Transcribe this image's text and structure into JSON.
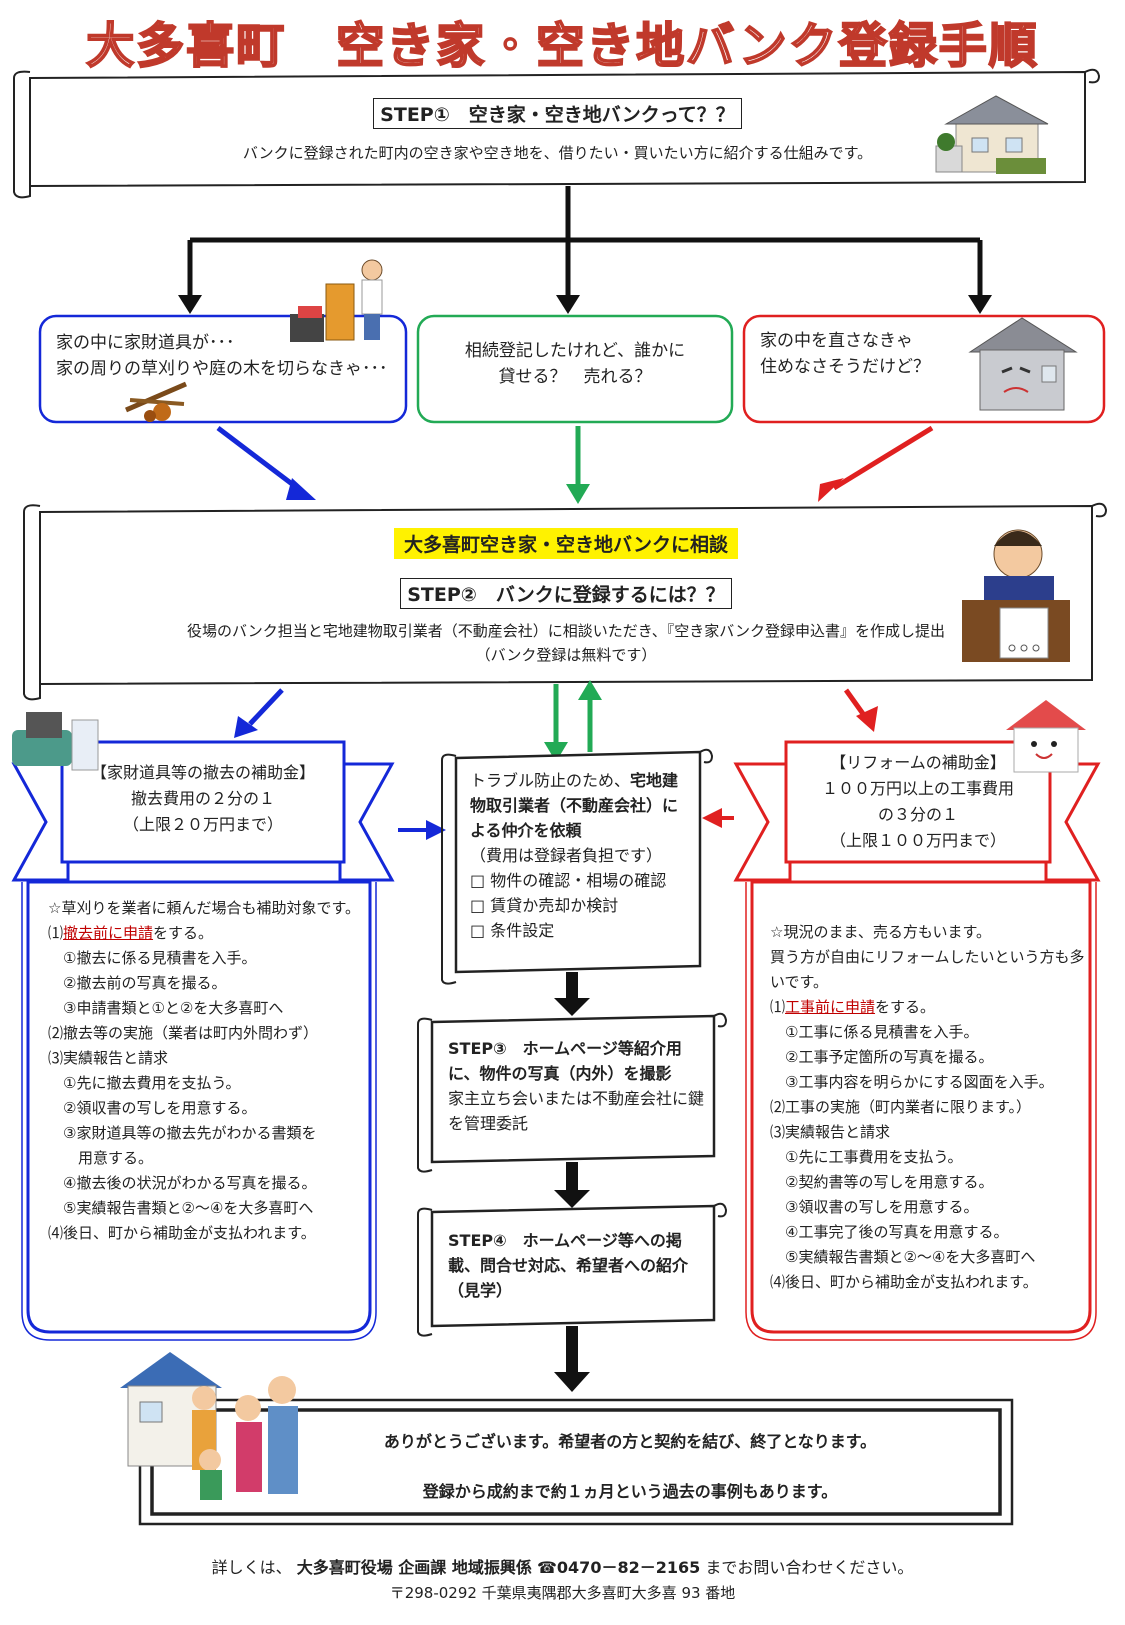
{
  "title": "大多喜町　空き家・空き地バンク登録手順",
  "step1": {
    "heading": "STEP①　空き家・空き地バンクって？？",
    "text": "バンクに登録された町内の空き家や空き地を、借りたい・買いたい方に紹介する仕組みです。"
  },
  "cases": {
    "left": [
      "家の中に家財道具が･･･",
      "家の周りの草刈りや庭の木を切らなきゃ･･･"
    ],
    "center": [
      "相続登記したけれど、誰かに",
      "貸せる？　売れる？"
    ],
    "right": [
      "家の中を直さなきゃ",
      "住めなさそうだけど？"
    ]
  },
  "step2": {
    "highlight": "大多喜町空き家・空き地バンクに相談",
    "heading": "STEP②　バンクに登録するには？？",
    "text": "役場のバンク担当と宅地建物取引業者（不動産会社）に相談いただき、『空き家バンク登録申込書』を作成し提出",
    "note": "（バンク登録は無料です）"
  },
  "subsidy_left": {
    "title": "【家財道具等の撤去の補助金】",
    "line1": "撤去費用の２分の１",
    "line2": "（上限２０万円まで）",
    "note": "☆草刈りを業者に頼んだ場合も補助対象です。",
    "items": [
      {
        "pre": "⑴",
        "em": "撤去前に申請",
        "post": "をする。"
      },
      {
        "pre": "",
        "em": "",
        "post": "　①撤去に係る見積書を入手。"
      },
      {
        "pre": "",
        "em": "",
        "post": "　②撤去前の写真を撮る。"
      },
      {
        "pre": "",
        "em": "",
        "post": "　③申請書類と①と②を大多喜町へ"
      },
      {
        "pre": "",
        "em": "",
        "post": "⑵撤去等の実施（業者は町内外問わず）"
      },
      {
        "pre": "",
        "em": "",
        "post": "⑶実績報告と請求"
      },
      {
        "pre": "",
        "em": "",
        "post": "　①先に撤去費用を支払う。"
      },
      {
        "pre": "",
        "em": "",
        "post": "　②領収書の写しを用意する。"
      },
      {
        "pre": "",
        "em": "",
        "post": "　③家財道具等の撤去先がわかる書類を"
      },
      {
        "pre": "",
        "em": "",
        "post": "　　用意する。"
      },
      {
        "pre": "",
        "em": "",
        "post": "　④撤去後の状況がわかる写真を撮る。"
      },
      {
        "pre": "",
        "em": "",
        "post": "　⑤実績報告書類と②～④を大多喜町へ"
      },
      {
        "pre": "",
        "em": "",
        "post": "⑷後日、町から補助金が支払われます。"
      }
    ]
  },
  "subsidy_right": {
    "title": "【リフォームの補助金】",
    "line1": "１００万円以上の工事費用",
    "line2": "の３分の１",
    "line3": "（上限１００万円まで）",
    "note1": "☆現況のまま、売る方もいます。",
    "note2": "買う方が自由にリフォームしたいという方も多いです。",
    "items": [
      {
        "pre": "⑴",
        "em": "工事前に申請",
        "post": "をする。"
      },
      {
        "pre": "",
        "em": "",
        "post": "　①工事に係る見積書を入手。"
      },
      {
        "pre": "",
        "em": "",
        "post": "　②工事予定箇所の写真を撮る。"
      },
      {
        "pre": "",
        "em": "",
        "post": "　③工事内容を明らかにする図面を入手。"
      },
      {
        "pre": "",
        "em": "",
        "post": "⑵工事の実施（町内業者に限ります。）"
      },
      {
        "pre": "",
        "em": "",
        "post": "⑶実績報告と請求"
      },
      {
        "pre": "",
        "em": "",
        "post": "　①先に工事費用を支払う。"
      },
      {
        "pre": "",
        "em": "",
        "post": "　②契約書等の写しを用意する。"
      },
      {
        "pre": "",
        "em": "",
        "post": "　③領収書の写しを用意する。"
      },
      {
        "pre": "",
        "em": "",
        "post": "　④工事完了後の写真を用意する。"
      },
      {
        "pre": "",
        "em": "",
        "post": "　⑤実績報告書類と②～④を大多喜町へ"
      },
      {
        "pre": "",
        "em": "",
        "post": "⑷後日、町から補助金が支払われます。"
      }
    ]
  },
  "broker": {
    "intro": "トラブル防止のため、",
    "bold": "宅地建物取引業者（不動産会社）による仲介を依頼",
    "fee": "（費用は登録者負担です）",
    "checks": [
      "□ 物件の確認・相場の確認",
      "□ 賃貸か売却か検討",
      "□ 条件設定"
    ]
  },
  "step3": {
    "bold": "STEP③　ホームページ等紹介用に、物件の写真（内外）を撮影",
    "text": "家主立ち会いまたは不動産会社に鍵を管理委託"
  },
  "step4": {
    "bold": "STEP④　ホームページ等への掲載、問合せ対応、希望者への紹介（見学）"
  },
  "final": {
    "line1": "ありがとうございます。希望者の方と契約を結び、終了となります。",
    "line2": "登録から成約まで約１ヵ月という過去の事例もあります。"
  },
  "footer": {
    "pre": "詳しくは、",
    "office": "大多喜町役場 企画課 地域振興係",
    "phone": "☎0470－82－2165",
    "post": "までお問い合わせください。",
    "address": "〒298-0292 千葉県夷隅郡大多喜町大多喜 93 番地"
  },
  "colors": {
    "blue": "#1428d8",
    "green": "#22aa55",
    "red": "#e02020",
    "title_red": "#c0392b"
  },
  "icons": [
    "house-icon",
    "mover-icon",
    "firewood-icon",
    "old-house-icon",
    "official-icon",
    "furniture-icon",
    "smiling-house-icon",
    "family-icon"
  ]
}
